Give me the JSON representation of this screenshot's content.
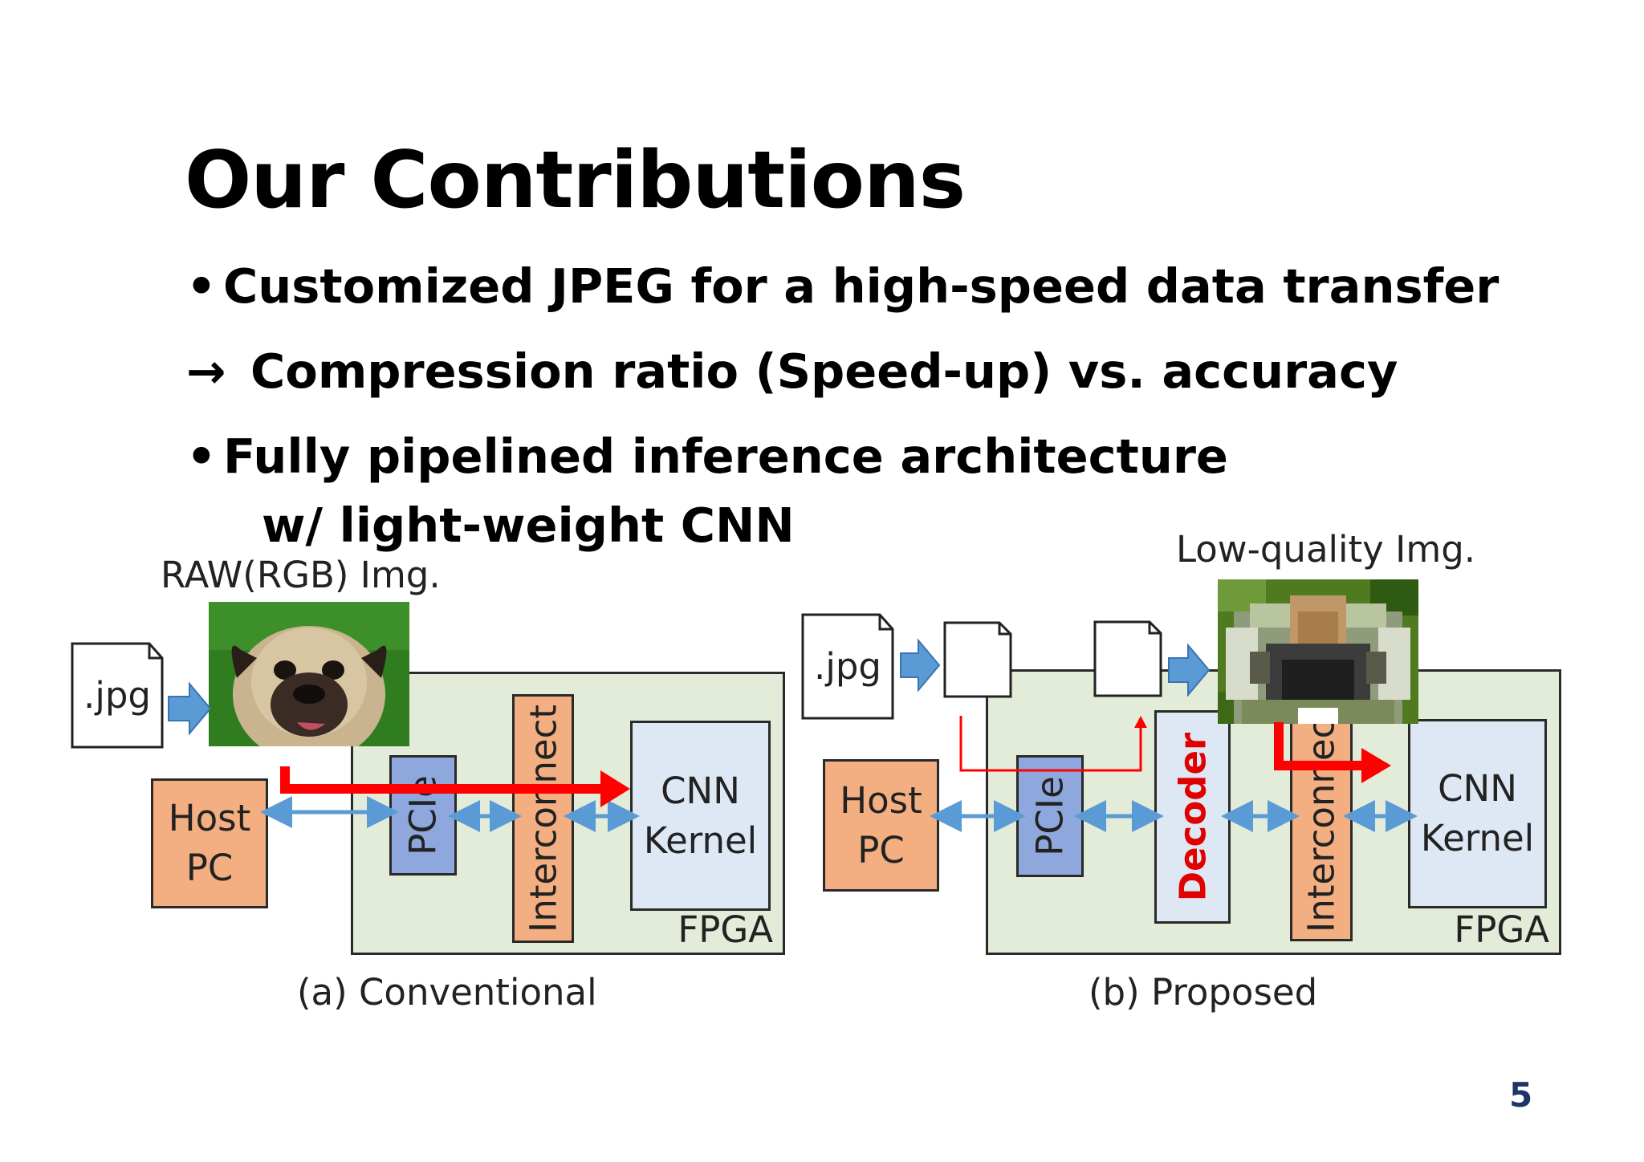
{
  "slide": {
    "title": "Our Contributions",
    "bullets": [
      {
        "marker": "•",
        "text": "Customized JPEG for a high-speed data transfer"
      },
      {
        "marker": "→",
        "text": "Compression ratio (Speed-up) vs. accuracy"
      },
      {
        "marker": "•",
        "text": "Fully pipelined inference architecture"
      }
    ],
    "bullet_continuation": "w/ light-weight CNN",
    "page_number": "5"
  },
  "diagram_a": {
    "image_label": "RAW(RGB) Img.",
    "file_label": ".jpg",
    "host_line1": "Host",
    "host_line2": "PC",
    "pcie": "PCIe",
    "interconnect": "Interconnect",
    "cnn_line1": "CNN",
    "cnn_line2": "Kernel",
    "fpga": "FPGA",
    "caption": "(a) Conventional"
  },
  "diagram_b": {
    "image_label": "Low-quality Img.",
    "file_label": ".jpg",
    "host_line1": "Host",
    "host_line2": "PC",
    "pcie": "PCIe",
    "decoder": "Decoder",
    "interconnect": "Interconnect",
    "cnn_line1": "CNN",
    "cnn_line2": "Kernel",
    "fpga": "FPGA",
    "caption": "(b) Proposed"
  },
  "colors": {
    "fpga_fill": "#e3ecd9",
    "host_fill": "#f3ae82",
    "pcie_fill": "#8ea8dd",
    "cnn_fill": "#dde8f4",
    "arrow_blue": "#5b9bd5",
    "arrow_red": "#ff0000",
    "decoder_text": "#e00000",
    "page_number": "#1f3567"
  }
}
